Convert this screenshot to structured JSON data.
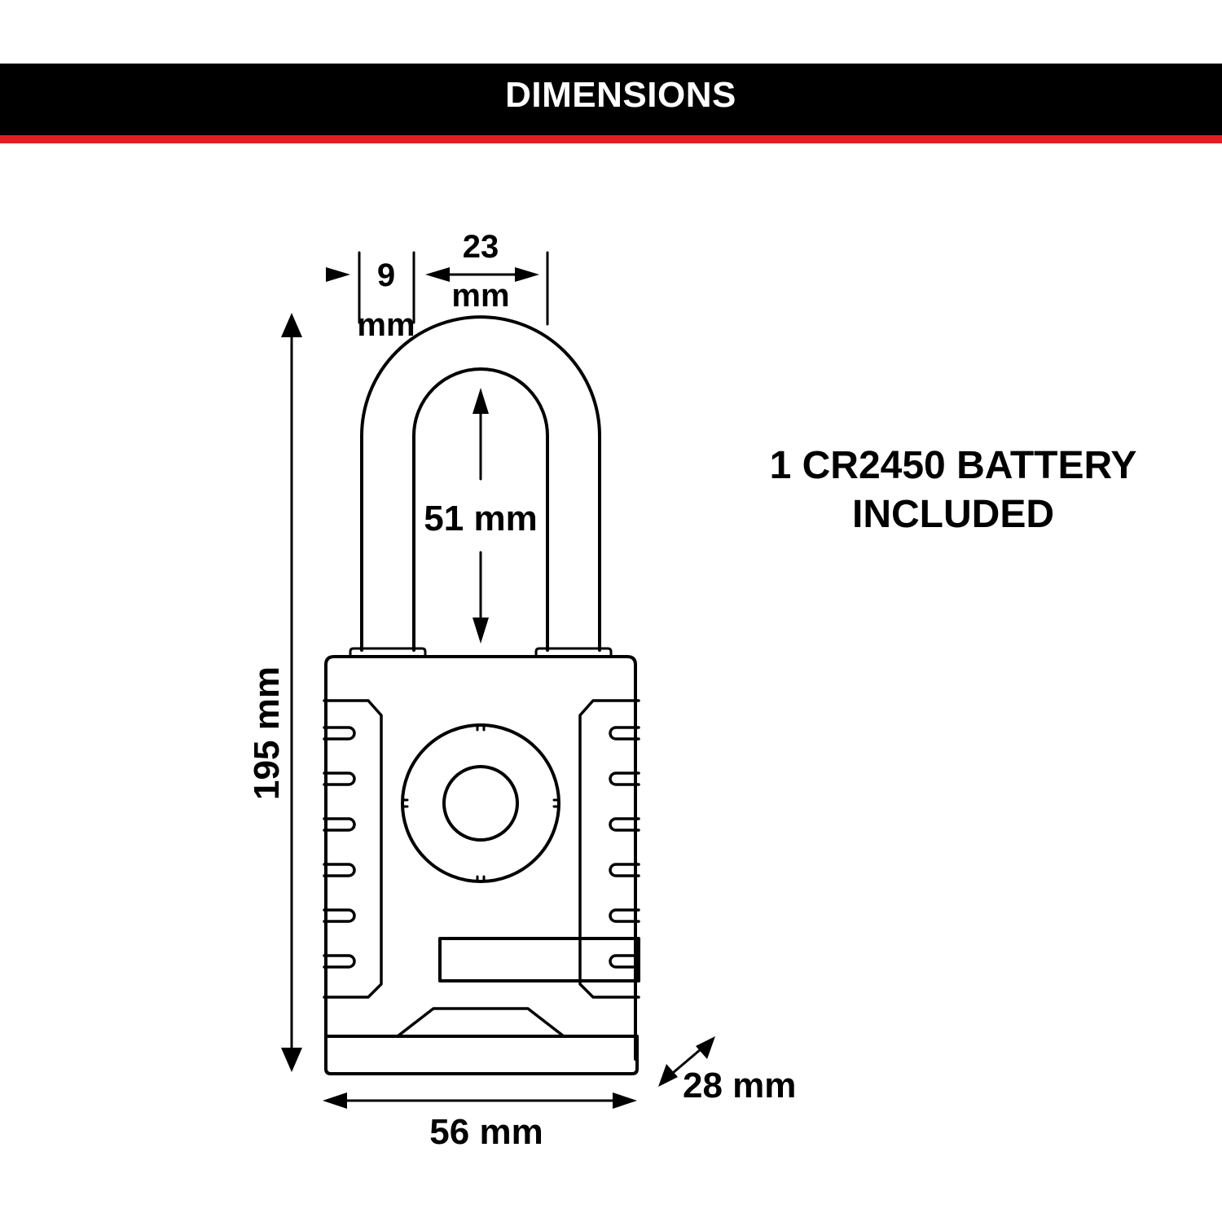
{
  "header": {
    "title": "DIMENSIONS"
  },
  "colors": {
    "banner": "#000000",
    "stripe": "#e11e26",
    "title_text": "#ffffff",
    "line": "#000000"
  },
  "dimensions": {
    "shackle_diameter": {
      "value": "9",
      "unit": "mm"
    },
    "shackle_inner_width": {
      "value": "23",
      "unit": "mm"
    },
    "shackle_clearance": "51 mm",
    "total_height": "195 mm",
    "body_width": "56 mm",
    "body_depth": "28 mm"
  },
  "note": {
    "line1": "1 CR2450 BATTERY",
    "line2": "INCLUDED"
  }
}
